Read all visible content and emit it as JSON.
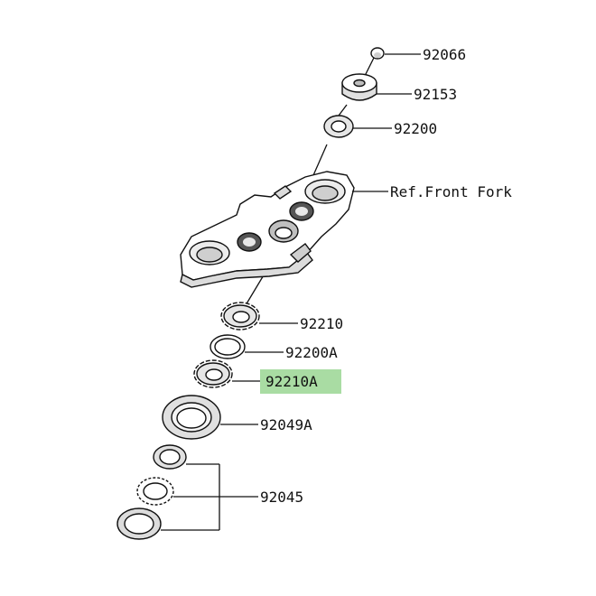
{
  "diagram": {
    "labels": {
      "p92066": "92066",
      "p92153": "92153",
      "p92200": "92200",
      "ref_front_fork": "Ref.Front Fork",
      "p92210": "92210",
      "p92200a": "92200A",
      "p92210a": "92210A",
      "p92049a": "92049A",
      "p92045": "92045"
    },
    "highlighted_part": "92210A",
    "colors": {
      "line": "#111111",
      "part_fill": "#ffffff",
      "part_shade": "#d9d9d9",
      "highlight": "#a9dca3"
    }
  }
}
